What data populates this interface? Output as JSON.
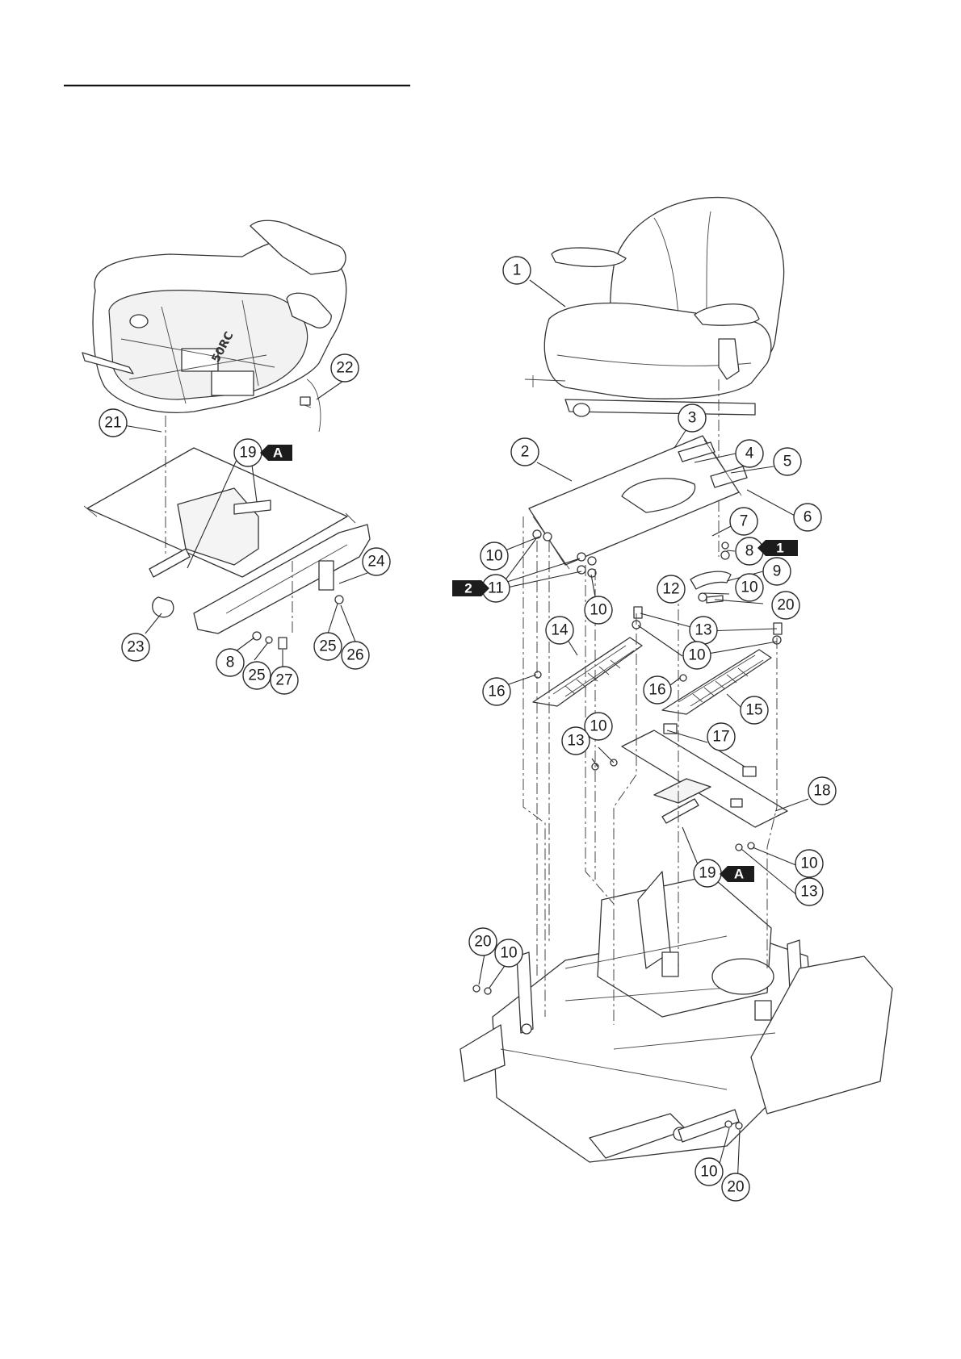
{
  "callouts": {
    "c1": "1",
    "c2": "2",
    "c3": "3",
    "c4": "4",
    "c5": "5",
    "c6": "6",
    "c7": "7",
    "c8a": "8",
    "c9": "9",
    "c10a": "10",
    "c10b": "10",
    "c10c": "10",
    "c10d": "10",
    "c10e": "10",
    "c10f": "10",
    "c10g": "10",
    "c10h": "10",
    "c11": "11",
    "c12": "12",
    "c13a": "13",
    "c13b": "13",
    "c13c": "13",
    "c14": "14",
    "c15": "15",
    "c16a": "16",
    "c16b": "16",
    "c17": "17",
    "c18": "18",
    "c19a": "19",
    "c19b": "19",
    "c20a": "20",
    "c20b": "20",
    "c20c": "20",
    "c21": "21",
    "c22": "22",
    "c23": "23",
    "c24": "24",
    "c25a": "25",
    "c25b": "25",
    "c26": "26",
    "c27": "27",
    "c8b": "8"
  },
  "flags": {
    "flag_1": "1",
    "flag_2": "2",
    "flag_a_top": "A",
    "flag_a_bottom": "A"
  },
  "seat_stamp": "50RC"
}
